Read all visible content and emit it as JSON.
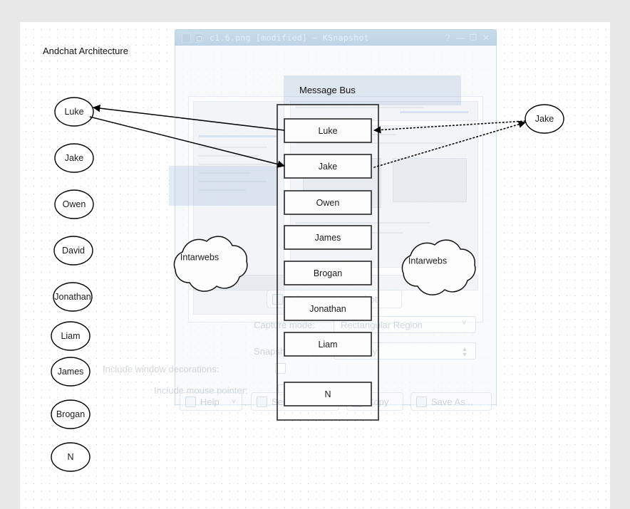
{
  "diagram": {
    "title": "Andchat Architecture",
    "bus_title": "Message Bus",
    "left_nodes": [
      {
        "label": "Luke"
      },
      {
        "label": "Jake"
      },
      {
        "label": "Owen"
      },
      {
        "label": "David"
      },
      {
        "label": "Jonathan"
      },
      {
        "label": "Liam"
      },
      {
        "label": "James"
      },
      {
        "label": "Brogan"
      },
      {
        "label": "N"
      }
    ],
    "bus_items": [
      {
        "label": "Luke"
      },
      {
        "label": "Jake"
      },
      {
        "label": "Owen"
      },
      {
        "label": "James"
      },
      {
        "label": "Brogan"
      },
      {
        "label": "Jonathan"
      },
      {
        "label": "Liam"
      },
      {
        "label": "N"
      }
    ],
    "right_nodes": [
      {
        "label": "Jake"
      }
    ],
    "clouds": [
      {
        "label": "Intarwebs"
      },
      {
        "label": "Intarwebs"
      }
    ],
    "edges": [
      {
        "from": "bus-luke",
        "to": "node-luke",
        "style": "solid"
      },
      {
        "from": "node-luke",
        "to": "bus-jake",
        "style": "solid"
      },
      {
        "from": "right-jake",
        "to": "bus-luke",
        "style": "dotted"
      },
      {
        "from": "bus-jake",
        "to": "right-jake",
        "style": "dotted"
      }
    ],
    "colors": {
      "canvas": "#ffffff",
      "grid_dot": "#c9c9cf",
      "stroke": "#000000",
      "selection_band": "#94afd0",
      "desktop": "#e8e8e8"
    }
  },
  "ghost_window": {
    "title": "c1.6.png [modified] – KSnapshot",
    "titlebar_buttons": [
      {
        "name": "help",
        "glyph": "?"
      },
      {
        "name": "minimize",
        "glyph": "—"
      },
      {
        "name": "maximize",
        "glyph": "❐"
      },
      {
        "name": "close",
        "glyph": "✕"
      }
    ],
    "primary_action": "Take a New Snapshot",
    "fields": [
      {
        "label": "Capture mode:",
        "value": "Rectangular Region",
        "type": "select"
      },
      {
        "label": "Snapshot delay:",
        "value": "No delay",
        "type": "spinbox"
      },
      {
        "label": "Include window decorations:",
        "value": "",
        "type": "checkbox"
      },
      {
        "label": "Include mouse pointer:",
        "value": "",
        "type": "checkbox"
      }
    ],
    "buttons": [
      {
        "label": "Help",
        "caret": "˅"
      },
      {
        "label": "Send To...",
        "caret": "˅"
      },
      {
        "label": "Copy",
        "caret": ""
      },
      {
        "label": "Save As...",
        "caret": ""
      }
    ]
  }
}
